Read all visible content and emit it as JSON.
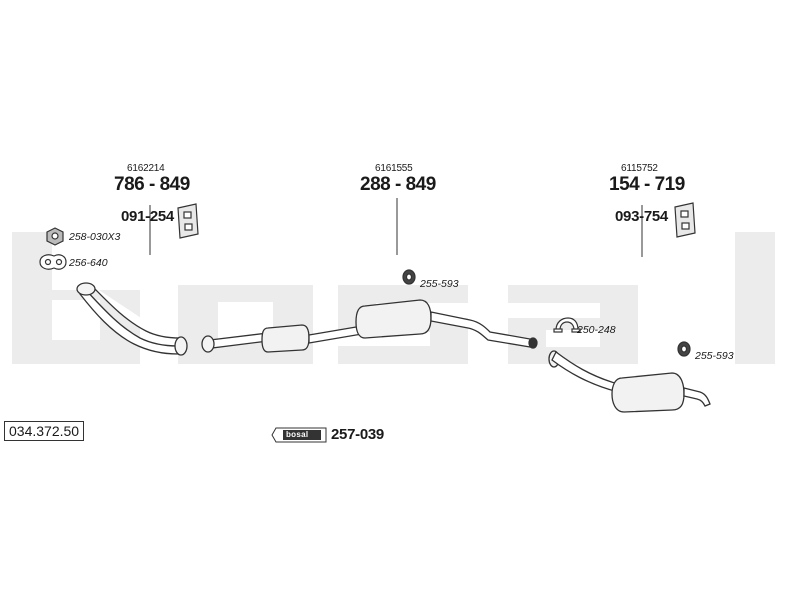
{
  "catalog_number": "034.372.50",
  "brand_logo_text": "bosal",
  "watermark_text": "bosal",
  "kit_number": "257-039",
  "sections": [
    {
      "oem": "6162214",
      "part": "786 - 849",
      "mount": "091-254",
      "accessories": [
        {
          "icon": "nut-icon",
          "code": "258-030X3"
        },
        {
          "icon": "gasket-icon",
          "code": "256-640"
        }
      ]
    },
    {
      "oem": "6161555",
      "part": "288 - 849",
      "accessories": [
        {
          "icon": "rubber-ring-icon",
          "code": "255-593"
        }
      ]
    },
    {
      "oem": "6115752",
      "part": "154 - 719",
      "mount": "093-754",
      "accessories": [
        {
          "icon": "clamp-icon",
          "code": "250-248"
        },
        {
          "icon": "rubber-ring-icon",
          "code": "255-593"
        }
      ]
    }
  ]
}
